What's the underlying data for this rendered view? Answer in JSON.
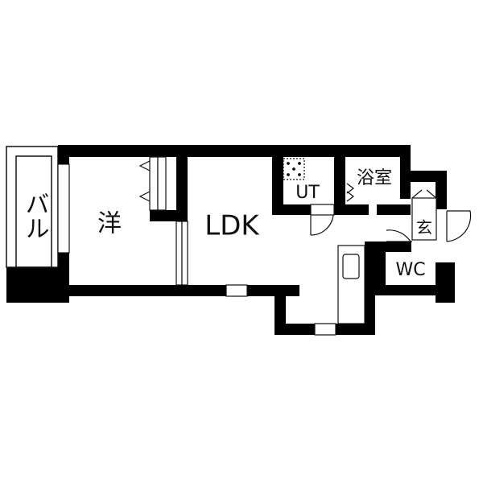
{
  "floorplan": {
    "rooms": {
      "balcony": "バル",
      "western_room": "洋",
      "ldk": "LDK",
      "utility": "UT",
      "bathroom": "浴室",
      "entrance": "玄",
      "toilet": "WC"
    },
    "colors": {
      "wall": "#000000",
      "background": "#ffffff",
      "line": "#111111"
    }
  }
}
